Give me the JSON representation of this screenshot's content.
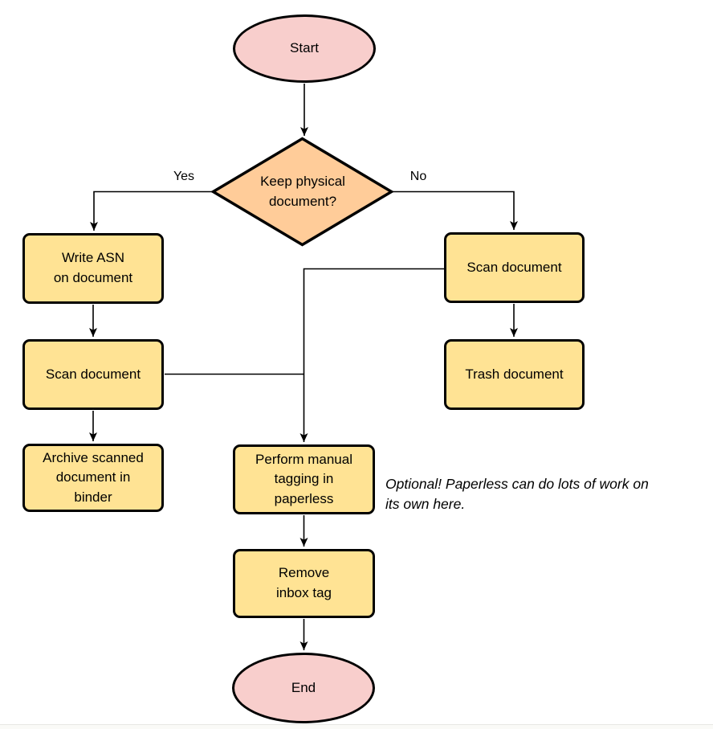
{
  "colors": {
    "terminal_fill": "#F8CECC",
    "decision_fill": "#FFCC99",
    "process_fill": "#FFE394",
    "stroke": "#000000",
    "background": "#FFFFFF"
  },
  "nodes": {
    "start": {
      "label": "Start"
    },
    "decision": {
      "label": "Keep physical\ndocument?"
    },
    "write_asn": {
      "label": "Write ASN\non document"
    },
    "scan_left": {
      "label": "Scan document"
    },
    "archive": {
      "label": "Archive scanned\ndocument in\nbinder"
    },
    "scan_right": {
      "label": "Scan document"
    },
    "trash": {
      "label": "Trash document"
    },
    "tagging": {
      "label": "Perform manual\ntagging in\npaperless"
    },
    "remove_inbox": {
      "label": "Remove\ninbox tag"
    },
    "end": {
      "label": "End"
    }
  },
  "edges": {
    "yes": {
      "label": "Yes"
    },
    "no": {
      "label": "No"
    }
  },
  "note": {
    "text": "Optional! Paperless can do lots of work on\nits own here."
  }
}
